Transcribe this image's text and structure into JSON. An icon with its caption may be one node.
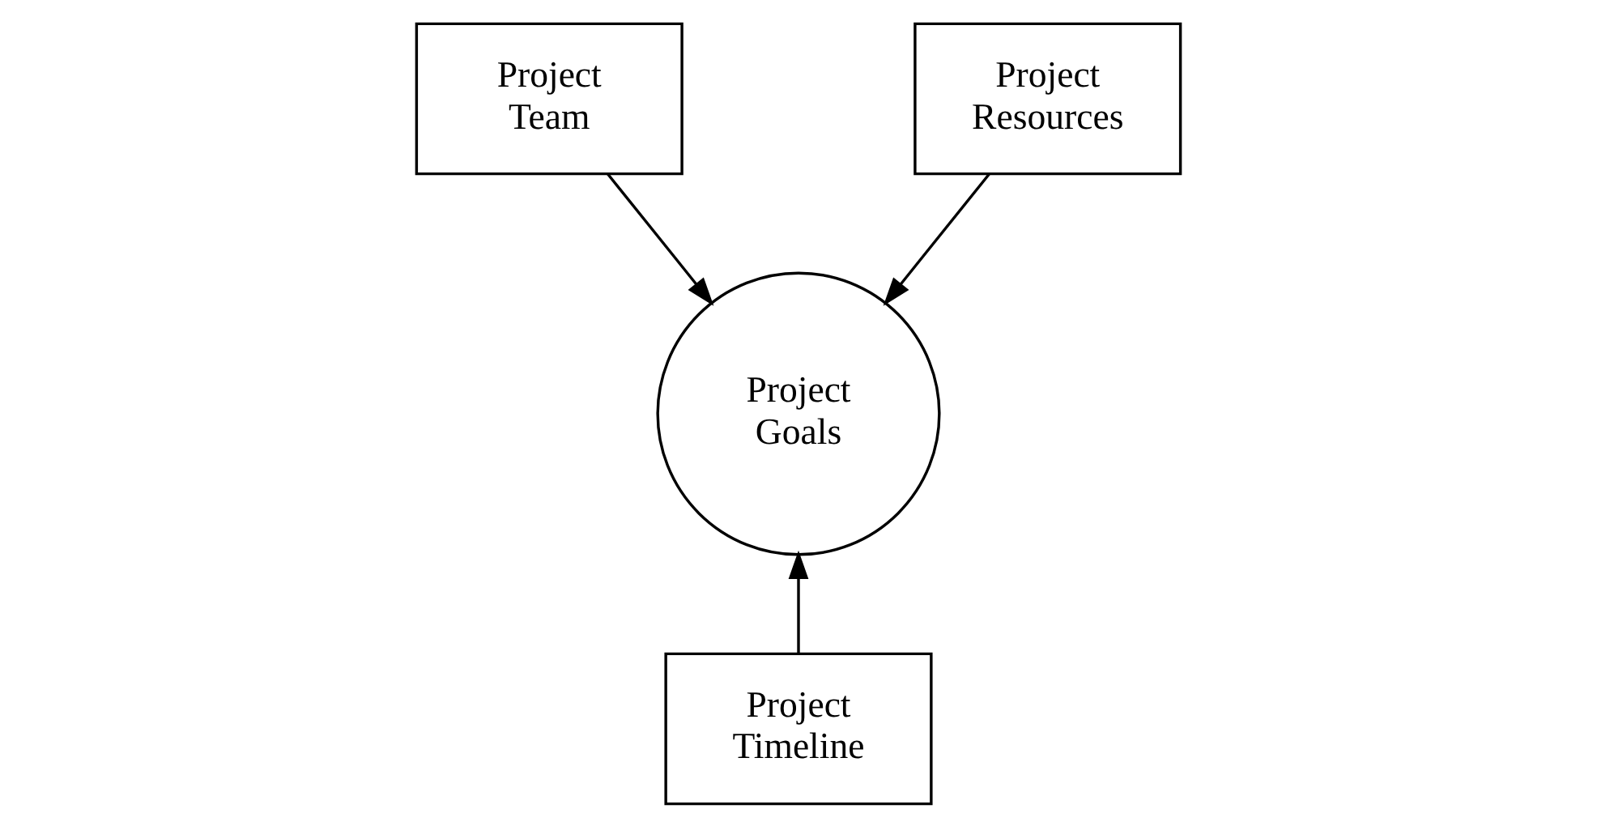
{
  "diagram": {
    "nodes": [
      {
        "text": [
          "Project Team"
        ]
      },
      {
        "text": [
          "Project Resources"
        ]
      },
      {
        "text": [
          "Project Goals"
        ]
      },
      {
        "text": [
          "Project Timeline"
        ]
      }
    ],
    "edges": [
      {
        "from": 0,
        "to": 2,
        "arrow": "to"
      },
      {
        "from": 1,
        "to": 2,
        "arrow": "to"
      },
      {
        "from": 3,
        "to": 2,
        "arrow": "to"
      }
    ]
  }
}
